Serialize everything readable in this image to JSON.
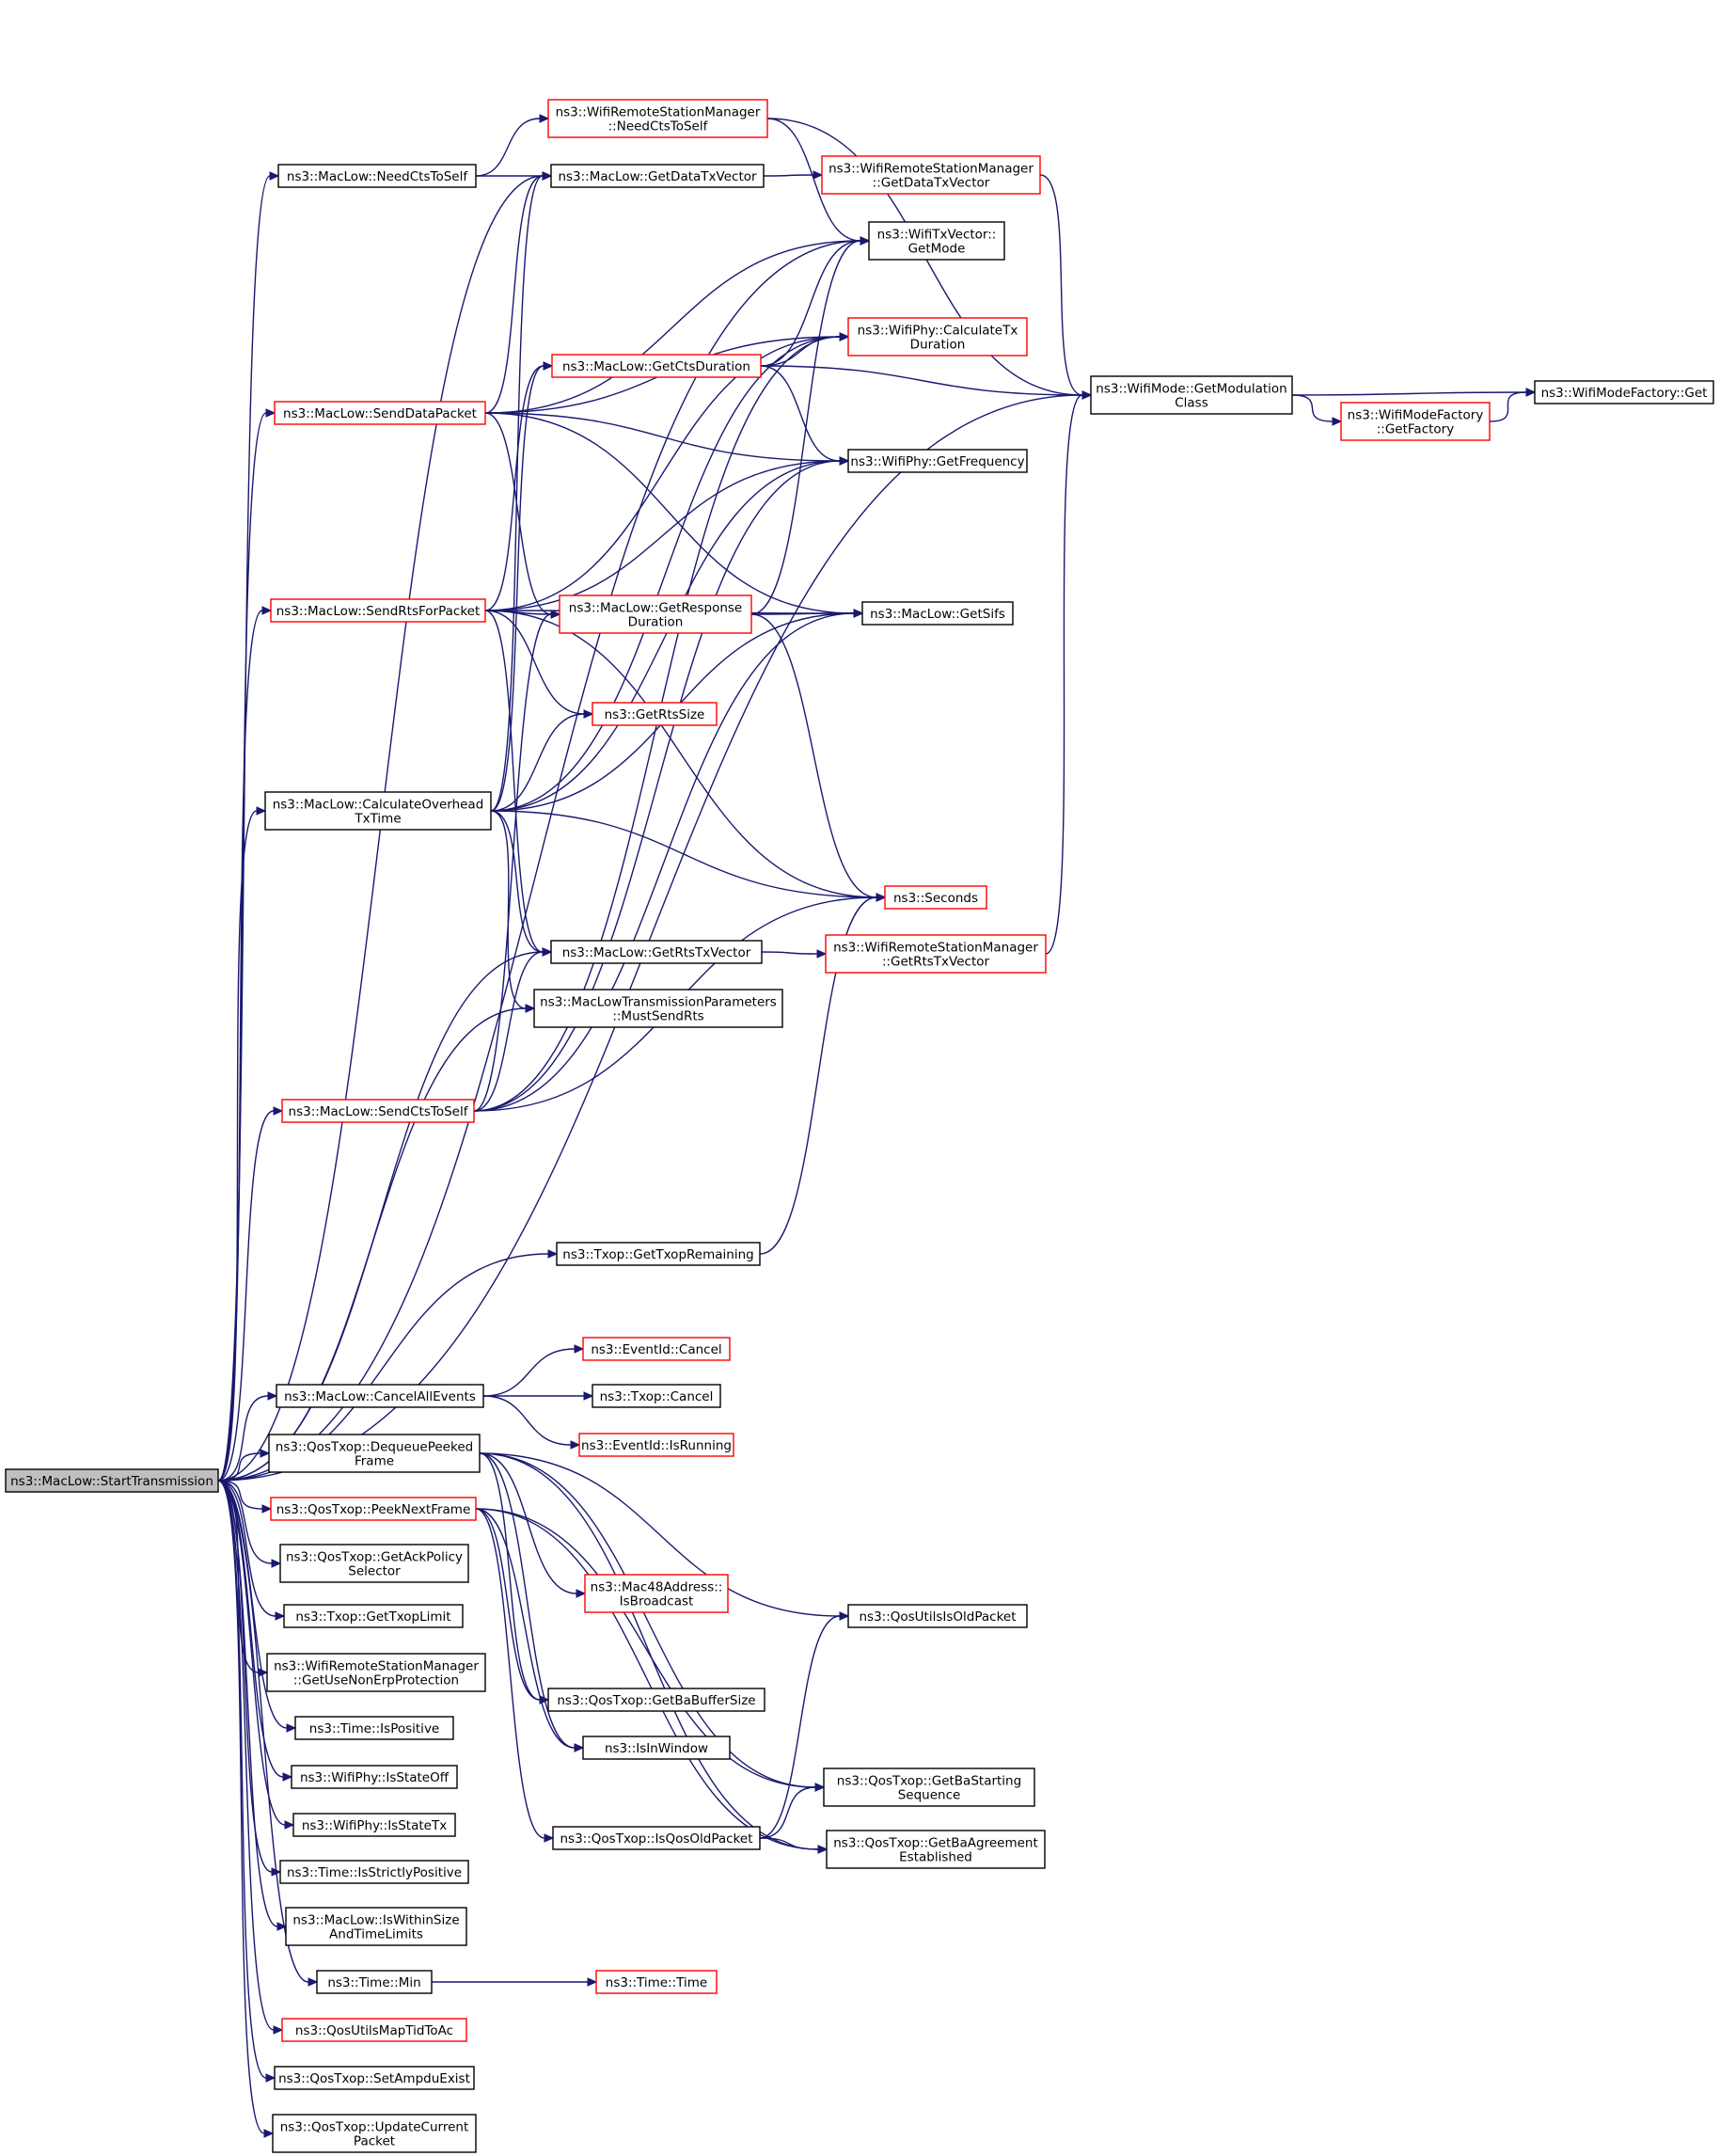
{
  "graph": {
    "type": "call-graph",
    "colors": {
      "edge": "#191970",
      "root_fill": "#bfbfbf",
      "highlight_border": "#ff0000",
      "border": "#000000"
    },
    "nodes": [
      {
        "id": "startTx",
        "lines": [
          "ns3::MacLow::StartTransmission"
        ],
        "style": "root"
      },
      {
        "id": "needCtsSelf",
        "lines": [
          "ns3::MacLow::NeedCtsToSelf"
        ],
        "style": "normal"
      },
      {
        "id": "wrsmNeedCts",
        "lines": [
          "ns3::WifiRemoteStationManager",
          "::NeedCtsToSelf"
        ],
        "style": "red"
      },
      {
        "id": "getDataTxVec",
        "lines": [
          "ns3::MacLow::GetDataTxVector"
        ],
        "style": "normal"
      },
      {
        "id": "wrsmGetDataTx",
        "lines": [
          "ns3::WifiRemoteStationManager",
          "::GetDataTxVector"
        ],
        "style": "red"
      },
      {
        "id": "txVecGetMode",
        "lines": [
          "ns3::WifiTxVector::",
          "GetMode"
        ],
        "style": "normal"
      },
      {
        "id": "phyCalcTx",
        "lines": [
          "ns3::WifiPhy::CalculateTx",
          "Duration"
        ],
        "style": "red"
      },
      {
        "id": "getCtsDur",
        "lines": [
          "ns3::MacLow::GetCtsDuration"
        ],
        "style": "red"
      },
      {
        "id": "modeGetModClass",
        "lines": [
          "ns3::WifiMode::GetModulation",
          "Class"
        ],
        "style": "normal"
      },
      {
        "id": "modeFactoryGet",
        "lines": [
          "ns3::WifiModeFactory::Get"
        ],
        "style": "normal"
      },
      {
        "id": "modeFactoryGetFac",
        "lines": [
          "ns3::WifiModeFactory",
          "::GetFactory"
        ],
        "style": "red"
      },
      {
        "id": "sendData",
        "lines": [
          "ns3::MacLow::SendDataPacket"
        ],
        "style": "red"
      },
      {
        "id": "phyGetFreq",
        "lines": [
          "ns3::WifiPhy::GetFrequency"
        ],
        "style": "normal"
      },
      {
        "id": "sendRts",
        "lines": [
          "ns3::MacLow::SendRtsForPacket"
        ],
        "style": "red"
      },
      {
        "id": "getRespDur",
        "lines": [
          "ns3::MacLow::GetResponse",
          "Duration"
        ],
        "style": "red"
      },
      {
        "id": "getSifs",
        "lines": [
          "ns3::MacLow::GetSifs"
        ],
        "style": "normal"
      },
      {
        "id": "getRtsSize",
        "lines": [
          "ns3::GetRtsSize"
        ],
        "style": "red"
      },
      {
        "id": "calcOverhead",
        "lines": [
          "ns3::MacLow::CalculateOverhead",
          "TxTime"
        ],
        "style": "normal"
      },
      {
        "id": "seconds",
        "lines": [
          "ns3::Seconds"
        ],
        "style": "red"
      },
      {
        "id": "getRtsTxVec",
        "lines": [
          "ns3::MacLow::GetRtsTxVector"
        ],
        "style": "normal"
      },
      {
        "id": "wrsmGetRtsTx",
        "lines": [
          "ns3::WifiRemoteStationManager",
          "::GetRtsTxVector"
        ],
        "style": "red"
      },
      {
        "id": "mustSendRts",
        "lines": [
          "ns3::MacLowTransmissionParameters",
          "::MustSendRts"
        ],
        "style": "normal"
      },
      {
        "id": "sendCtsSelf",
        "lines": [
          "ns3::MacLow::SendCtsToSelf"
        ],
        "style": "red"
      },
      {
        "id": "txopRemaining",
        "lines": [
          "ns3::Txop::GetTxopRemaining"
        ],
        "style": "normal"
      },
      {
        "id": "cancelAll",
        "lines": [
          "ns3::MacLow::CancelAllEvents"
        ],
        "style": "normal"
      },
      {
        "id": "eventCancel",
        "lines": [
          "ns3::EventId::Cancel"
        ],
        "style": "red"
      },
      {
        "id": "txopCancel",
        "lines": [
          "ns3::Txop::Cancel"
        ],
        "style": "normal"
      },
      {
        "id": "eventIsRunning",
        "lines": [
          "ns3::EventId::IsRunning"
        ],
        "style": "red"
      },
      {
        "id": "dequeuePeeked",
        "lines": [
          "ns3::QosTxop::DequeuePeeked",
          "Frame"
        ],
        "style": "normal"
      },
      {
        "id": "peekNext",
        "lines": [
          "ns3::QosTxop::PeekNextFrame"
        ],
        "style": "red"
      },
      {
        "id": "ackPolicy",
        "lines": [
          "ns3::QosTxop::GetAckPolicy",
          "Selector"
        ],
        "style": "normal"
      },
      {
        "id": "macIsBroadcast",
        "lines": [
          "ns3::Mac48Address::",
          "IsBroadcast"
        ],
        "style": "red"
      },
      {
        "id": "qosIsOld",
        "lines": [
          "ns3::QosUtilsIsOldPacket"
        ],
        "style": "normal"
      },
      {
        "id": "txopLimit",
        "lines": [
          "ns3::Txop::GetTxopLimit"
        ],
        "style": "normal"
      },
      {
        "id": "nonErp",
        "lines": [
          "ns3::WifiRemoteStationManager",
          "::GetUseNonErpProtection"
        ],
        "style": "normal"
      },
      {
        "id": "baBufSize",
        "lines": [
          "ns3::QosTxop::GetBaBufferSize"
        ],
        "style": "normal"
      },
      {
        "id": "isPositive",
        "lines": [
          "ns3::Time::IsPositive"
        ],
        "style": "normal"
      },
      {
        "id": "isInWindow",
        "lines": [
          "ns3::IsInWindow"
        ],
        "style": "normal"
      },
      {
        "id": "stateOff",
        "lines": [
          "ns3::WifiPhy::IsStateOff"
        ],
        "style": "normal"
      },
      {
        "id": "baStartSeq",
        "lines": [
          "ns3::QosTxop::GetBaStarting",
          "Sequence"
        ],
        "style": "normal"
      },
      {
        "id": "stateTx",
        "lines": [
          "ns3::WifiPhy::IsStateTx"
        ],
        "style": "normal"
      },
      {
        "id": "qosTxopIsOld",
        "lines": [
          "ns3::QosTxop::IsQosOldPacket"
        ],
        "style": "normal"
      },
      {
        "id": "baAgreement",
        "lines": [
          "ns3::QosTxop::GetBaAgreement",
          "Established"
        ],
        "style": "normal"
      },
      {
        "id": "strictlyPos",
        "lines": [
          "ns3::Time::IsStrictlyPositive"
        ],
        "style": "normal"
      },
      {
        "id": "withinSize",
        "lines": [
          "ns3::MacLow::IsWithinSize",
          "AndTimeLimits"
        ],
        "style": "normal"
      },
      {
        "id": "timeMin",
        "lines": [
          "ns3::Time::Min"
        ],
        "style": "normal"
      },
      {
        "id": "timeTime",
        "lines": [
          "ns3::Time::Time"
        ],
        "style": "red"
      },
      {
        "id": "mapTid",
        "lines": [
          "ns3::QosUtilsMapTidToAc"
        ],
        "style": "red"
      },
      {
        "id": "setAmpdu",
        "lines": [
          "ns3::QosTxop::SetAmpduExist"
        ],
        "style": "normal"
      },
      {
        "id": "updateCurrent",
        "lines": [
          "ns3::QosTxop::UpdateCurrent",
          "Packet"
        ],
        "style": "normal"
      }
    ],
    "edges": [
      [
        "startTx",
        "needCtsSelf"
      ],
      [
        "startTx",
        "getDataTxVec"
      ],
      [
        "startTx",
        "txVecGetMode"
      ],
      [
        "startTx",
        "sendData"
      ],
      [
        "startTx",
        "sendRts"
      ],
      [
        "startTx",
        "calcOverhead"
      ],
      [
        "startTx",
        "getRtsTxVec"
      ],
      [
        "startTx",
        "mustSendRts"
      ],
      [
        "startTx",
        "sendCtsSelf"
      ],
      [
        "startTx",
        "txopRemaining"
      ],
      [
        "startTx",
        "modeGetModClass"
      ],
      [
        "startTx",
        "cancelAll"
      ],
      [
        "startTx",
        "dequeuePeeked"
      ],
      [
        "startTx",
        "peekNext"
      ],
      [
        "startTx",
        "ackPolicy"
      ],
      [
        "startTx",
        "txopLimit"
      ],
      [
        "startTx",
        "nonErp"
      ],
      [
        "startTx",
        "isPositive"
      ],
      [
        "startTx",
        "stateOff"
      ],
      [
        "startTx",
        "stateTx"
      ],
      [
        "startTx",
        "strictlyPos"
      ],
      [
        "startTx",
        "withinSize"
      ],
      [
        "startTx",
        "timeMin"
      ],
      [
        "startTx",
        "mapTid"
      ],
      [
        "startTx",
        "setAmpdu"
      ],
      [
        "startTx",
        "updateCurrent"
      ],
      [
        "needCtsSelf",
        "wrsmNeedCts"
      ],
      [
        "needCtsSelf",
        "getDataTxVec"
      ],
      [
        "wrsmNeedCts",
        "txVecGetMode"
      ],
      [
        "wrsmNeedCts",
        "modeGetModClass"
      ],
      [
        "getDataTxVec",
        "wrsmGetDataTx"
      ],
      [
        "wrsmGetDataTx",
        "modeGetModClass"
      ],
      [
        "getCtsDur",
        "txVecGetMode"
      ],
      [
        "getCtsDur",
        "phyCalcTx"
      ],
      [
        "getCtsDur",
        "modeGetModClass"
      ],
      [
        "getCtsDur",
        "phyGetFreq"
      ],
      [
        "modeGetModClass",
        "modeFactoryGet"
      ],
      [
        "modeGetModClass",
        "modeFactoryGetFac"
      ],
      [
        "modeFactoryGetFac",
        "modeFactoryGet"
      ],
      [
        "sendData",
        "getDataTxVec"
      ],
      [
        "sendData",
        "txVecGetMode"
      ],
      [
        "sendData",
        "phyCalcTx"
      ],
      [
        "sendData",
        "phyGetFreq"
      ],
      [
        "sendData",
        "getRespDur"
      ],
      [
        "sendData",
        "getSifs"
      ],
      [
        "sendRts",
        "getCtsDur"
      ],
      [
        "sendRts",
        "phyCalcTx"
      ],
      [
        "sendRts",
        "phyGetFreq"
      ],
      [
        "sendRts",
        "getRespDur"
      ],
      [
        "sendRts",
        "getSifs"
      ],
      [
        "sendRts",
        "getRtsSize"
      ],
      [
        "sendRts",
        "seconds"
      ],
      [
        "sendRts",
        "getRtsTxVec"
      ],
      [
        "getRespDur",
        "txVecGetMode"
      ],
      [
        "getRespDur",
        "getSifs"
      ],
      [
        "getRespDur",
        "seconds"
      ],
      [
        "calcOverhead",
        "getDataTxVec"
      ],
      [
        "calcOverhead",
        "getCtsDur"
      ],
      [
        "calcOverhead",
        "phyCalcTx"
      ],
      [
        "calcOverhead",
        "phyGetFreq"
      ],
      [
        "calcOverhead",
        "getSifs"
      ],
      [
        "calcOverhead",
        "getRtsSize"
      ],
      [
        "calcOverhead",
        "seconds"
      ],
      [
        "calcOverhead",
        "getRtsTxVec"
      ],
      [
        "calcOverhead",
        "mustSendRts"
      ],
      [
        "getRtsTxVec",
        "wrsmGetRtsTx"
      ],
      [
        "wrsmGetRtsTx",
        "modeGetModClass"
      ],
      [
        "sendCtsSelf",
        "getRespDur"
      ],
      [
        "sendCtsSelf",
        "getRtsTxVec"
      ],
      [
        "sendCtsSelf",
        "phyCalcTx"
      ],
      [
        "sendCtsSelf",
        "phyGetFreq"
      ],
      [
        "sendCtsSelf",
        "getSifs"
      ],
      [
        "sendCtsSelf",
        "seconds"
      ],
      [
        "txopRemaining",
        "seconds"
      ],
      [
        "cancelAll",
        "eventCancel"
      ],
      [
        "cancelAll",
        "txopCancel"
      ],
      [
        "cancelAll",
        "eventIsRunning"
      ],
      [
        "dequeuePeeked",
        "macIsBroadcast"
      ],
      [
        "dequeuePeeked",
        "qosIsOld"
      ],
      [
        "dequeuePeeked",
        "baBufSize"
      ],
      [
        "dequeuePeeked",
        "isInWindow"
      ],
      [
        "dequeuePeeked",
        "baStartSeq"
      ],
      [
        "dequeuePeeked",
        "baAgreement"
      ],
      [
        "peekNext",
        "baBufSize"
      ],
      [
        "peekNext",
        "isInWindow"
      ],
      [
        "peekNext",
        "baStartSeq"
      ],
      [
        "peekNext",
        "qosTxopIsOld"
      ],
      [
        "peekNext",
        "baAgreement"
      ],
      [
        "qosTxopIsOld",
        "qosIsOld"
      ],
      [
        "qosTxopIsOld",
        "baStartSeq"
      ],
      [
        "qosTxopIsOld",
        "baAgreement"
      ],
      [
        "timeMin",
        "timeTime"
      ]
    ]
  }
}
